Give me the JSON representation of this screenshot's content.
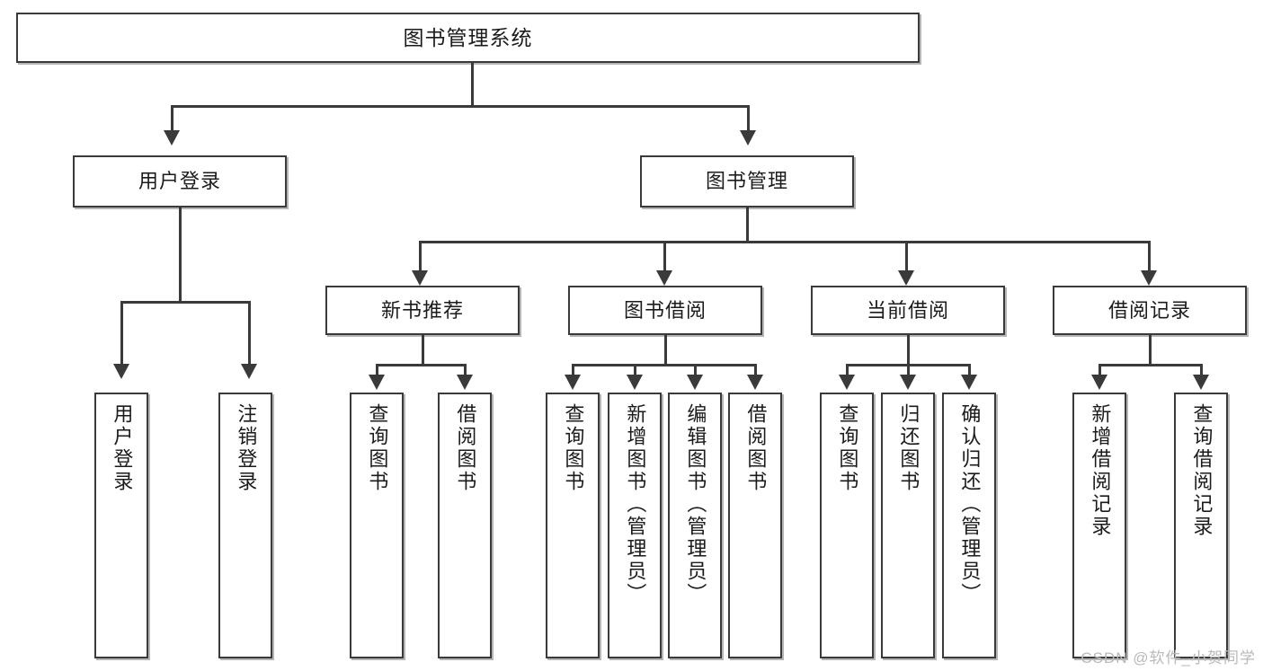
{
  "diagram": {
    "title": "图书管理系统",
    "type": "tree",
    "root": {
      "label": "图书管理系统"
    },
    "level2": [
      {
        "label": "用户登录"
      },
      {
        "label": "图书管理"
      }
    ],
    "level3": [
      {
        "label": "新书推荐"
      },
      {
        "label": "图书借阅"
      },
      {
        "label": "当前借阅"
      },
      {
        "label": "借阅记录"
      }
    ],
    "leaves": {
      "user_login": [
        {
          "label": "用户登录"
        },
        {
          "label": "注销登录"
        }
      ],
      "new_book_recommend": [
        {
          "label": "查询图书"
        },
        {
          "label": "借阅图书"
        }
      ],
      "book_borrow": [
        {
          "label": "查询图书"
        },
        {
          "label": "新增图书（管理员）"
        },
        {
          "label": "编辑图书（管理员）"
        },
        {
          "label": "借阅图书"
        }
      ],
      "current_borrow": [
        {
          "label": "查询图书"
        },
        {
          "label": "归还图书"
        },
        {
          "label": "确认归还（管理员）"
        }
      ],
      "borrow_record": [
        {
          "label": "新增借阅记录"
        },
        {
          "label": "查询借阅记录"
        }
      ]
    }
  },
  "watermark": {
    "text": "CSDN @软件_小贺同学"
  },
  "colors": {
    "stroke": "#3a3a3a",
    "fill": "#ffffff",
    "text": "#1b1b1b",
    "watermark": "#b9b9b9"
  }
}
